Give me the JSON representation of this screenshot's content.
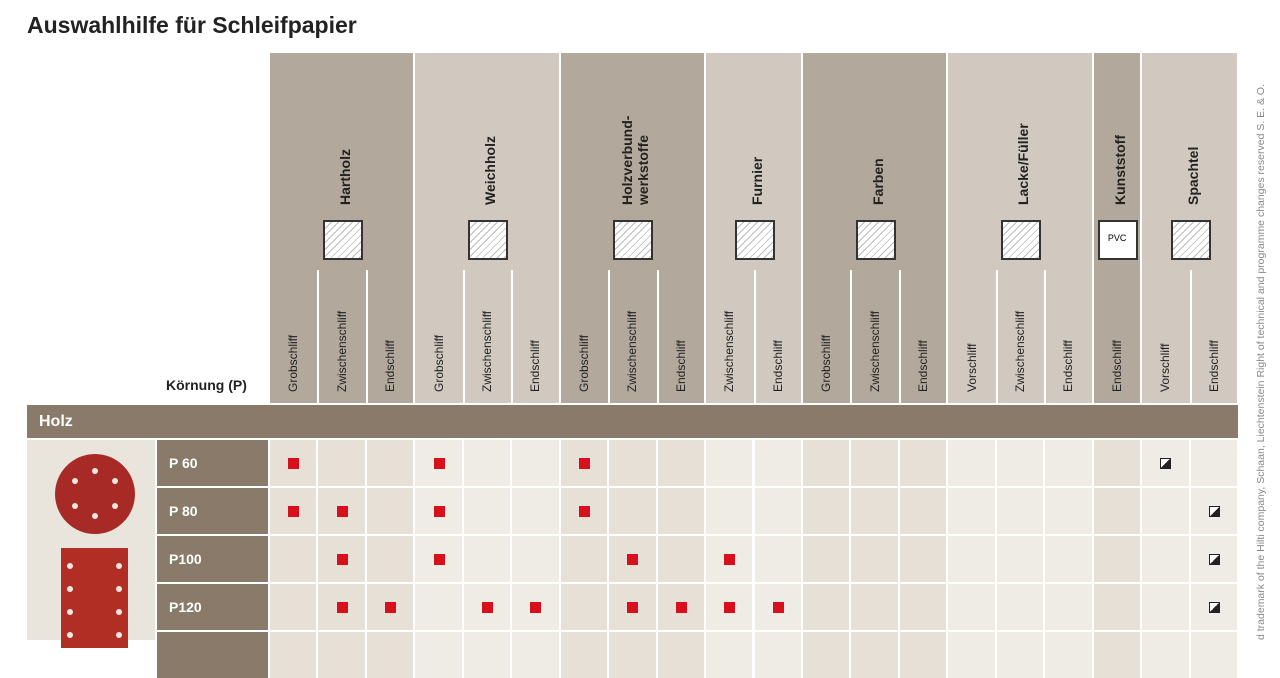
{
  "title": "Auswahlhilfe für Schleifpapier",
  "grain_label": "Körnung (P)",
  "section": "Holz",
  "side_note": "d trademark of the Hilti company, Schaan, Liechtenstein Right of technical and programme changes reserved S. E. & O.",
  "colors": {
    "header_dark": "#b3a89c",
    "header_light": "#d1c9c0",
    "body_dark": "#e6e0d7",
    "body_light": "#efece6",
    "section": "#8a7a69",
    "mark": "#d8101c"
  },
  "groups": [
    {
      "name": "Hartholz",
      "icon": "hardwood-icon",
      "subs": [
        "Grobschliff",
        "Zwischenschliff",
        "Endschliff"
      ]
    },
    {
      "name": "Weichholz",
      "icon": "softwood-icon",
      "subs": [
        "Grobschliff",
        "Zwischenschliff",
        "Endschliff"
      ]
    },
    {
      "name": "Holzverbund-\nwerkstoffe",
      "icon": "composite-wood-icon",
      "subs": [
        "Grobschliff",
        "Zwischenschliff",
        "Endschliff"
      ]
    },
    {
      "name": "Furnier",
      "icon": "veneer-icon",
      "subs": [
        "Zwischenschliff",
        "Endschliff"
      ]
    },
    {
      "name": "Farben",
      "icon": "paint-icon",
      "subs": [
        "Grobschliff",
        "Zwischenschliff",
        "Endschliff"
      ]
    },
    {
      "name": "Lacke/Füller",
      "icon": "spray-gun-icon",
      "subs": [
        "Vorschliff",
        "Zwischenschliff",
        "Endschliff"
      ]
    },
    {
      "name": "Kunststoff",
      "icon": "pvc-icon",
      "icon_text": "PVC",
      "subs": [
        "Endschliff"
      ]
    },
    {
      "name": "Spachtel",
      "icon": "filler-icon",
      "subs": [
        "Vorschliff",
        "Endschliff"
      ]
    }
  ],
  "rows": [
    {
      "label": "P 60",
      "cells": [
        "x",
        "",
        "",
        "x",
        "",
        "",
        "x",
        "",
        "",
        "",
        "",
        "",
        "",
        "",
        "",
        "",
        "",
        "",
        "half",
        ""
      ]
    },
    {
      "label": "P 80",
      "cells": [
        "x",
        "x",
        "",
        "x",
        "",
        "",
        "x",
        "",
        "",
        "",
        "",
        "",
        "",
        "",
        "",
        "",
        "",
        "",
        "",
        "half"
      ]
    },
    {
      "label": "P100",
      "cells": [
        "",
        "x",
        "",
        "x",
        "",
        "",
        "",
        "x",
        "",
        "x",
        "",
        "",
        "",
        "",
        "",
        "",
        "",
        "",
        "",
        "half"
      ]
    },
    {
      "label": "P120",
      "cells": [
        "",
        "x",
        "x",
        "",
        "x",
        "x",
        "",
        "x",
        "x",
        "x",
        "x",
        "",
        "",
        "",
        "",
        "",
        "",
        "",
        "",
        "half"
      ]
    },
    {
      "label": "",
      "cells": [
        "",
        "",
        "",
        "",
        "",
        "",
        "",
        "",
        "",
        "",
        "",
        "",
        "",
        "",
        "",
        "",
        "",
        "",
        "",
        ""
      ]
    }
  ]
}
